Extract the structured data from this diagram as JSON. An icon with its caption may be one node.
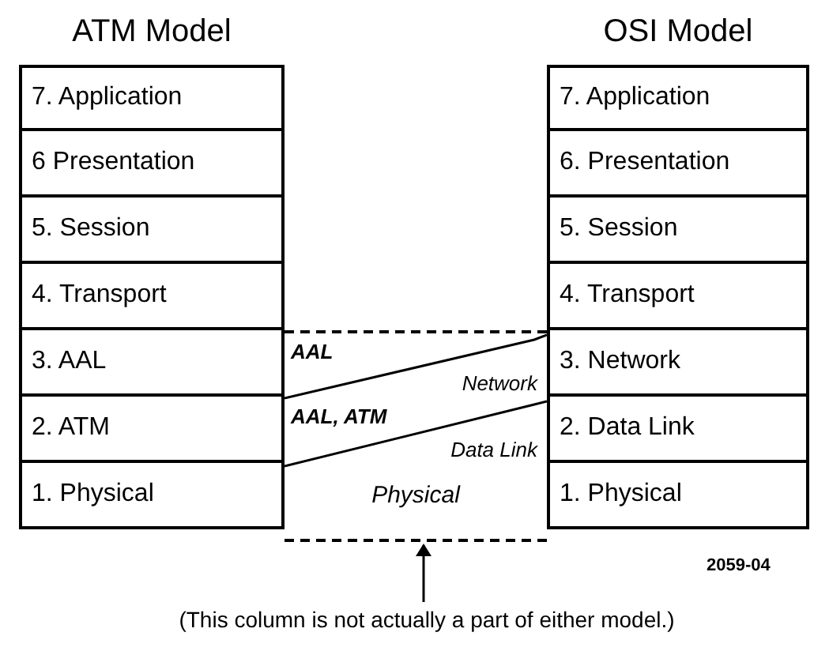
{
  "diagram": {
    "nodes": [
      {
        "text": [
          "ATM Model"
        ]
      },
      {
        "text": [
          "7. Application"
        ],
        "in": 0
      },
      {
        "text": [
          "6  Presentation"
        ],
        "in": 0
      },
      {
        "text": [
          "5. Session"
        ],
        "in": 0
      },
      {
        "text": [
          "4. Transport"
        ],
        "in": 0
      },
      {
        "text": [
          "3. AAL"
        ],
        "in": 0
      },
      {
        "text": [
          "2. ATM"
        ],
        "in": 0
      },
      {
        "text": [
          "1. Physical"
        ],
        "in": 0
      },
      {
        "text": [
          "OSI Model"
        ]
      },
      {
        "text": [
          "7. Application"
        ],
        "in": 8
      },
      {
        "text": [
          "6. Presentation"
        ],
        "in": 8
      },
      {
        "text": [
          "5. Session"
        ],
        "in": 8
      },
      {
        "text": [
          "4. Transport"
        ],
        "in": 8
      },
      {
        "text": [
          "3. Network"
        ],
        "in": 8
      },
      {
        "text": [
          "2. Data Link"
        ],
        "in": 8
      },
      {
        "text": [
          "1. Physical"
        ],
        "in": 8
      },
      {
        "text": [],
        "shape": "box"
      },
      {
        "text": [
          "(This column is not actually a part of either model.)"
        ]
      }
    ],
    "edges": [
      {
        "from": 17,
        "to": 16,
        "arrow": "to"
      }
    ],
    "labels": [
      "AAL",
      "Network",
      "AAL, ATM",
      "Data Link",
      "Physical",
      "2059-04"
    ]
  }
}
